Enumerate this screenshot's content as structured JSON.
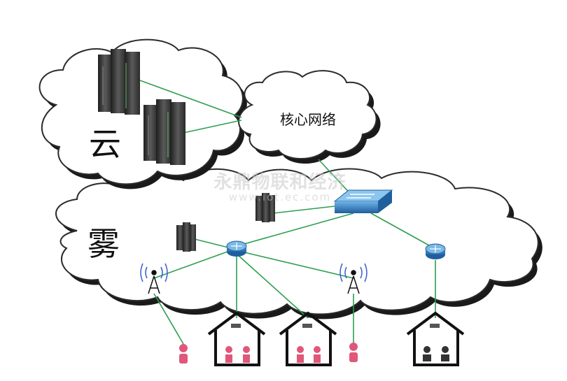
{
  "labels": {
    "cloud": "云",
    "core_network": "核心网络",
    "fog": "雾"
  },
  "watermark": {
    "line1": "永鼎物联和经济",
    "line2": "www.iot.ec.com"
  },
  "colors": {
    "link": "#2e9e4f",
    "cloud_fill": "#ffffff",
    "cloud_stroke": "#2b2b2b",
    "router": "#4a90c8",
    "switch": "#2f7fc4",
    "person": "#e0577a",
    "server": "#3a3a3a"
  },
  "icons": [
    "server-icon",
    "switch-icon",
    "router-icon",
    "cell-tower-icon",
    "house-icon",
    "person-icon"
  ]
}
